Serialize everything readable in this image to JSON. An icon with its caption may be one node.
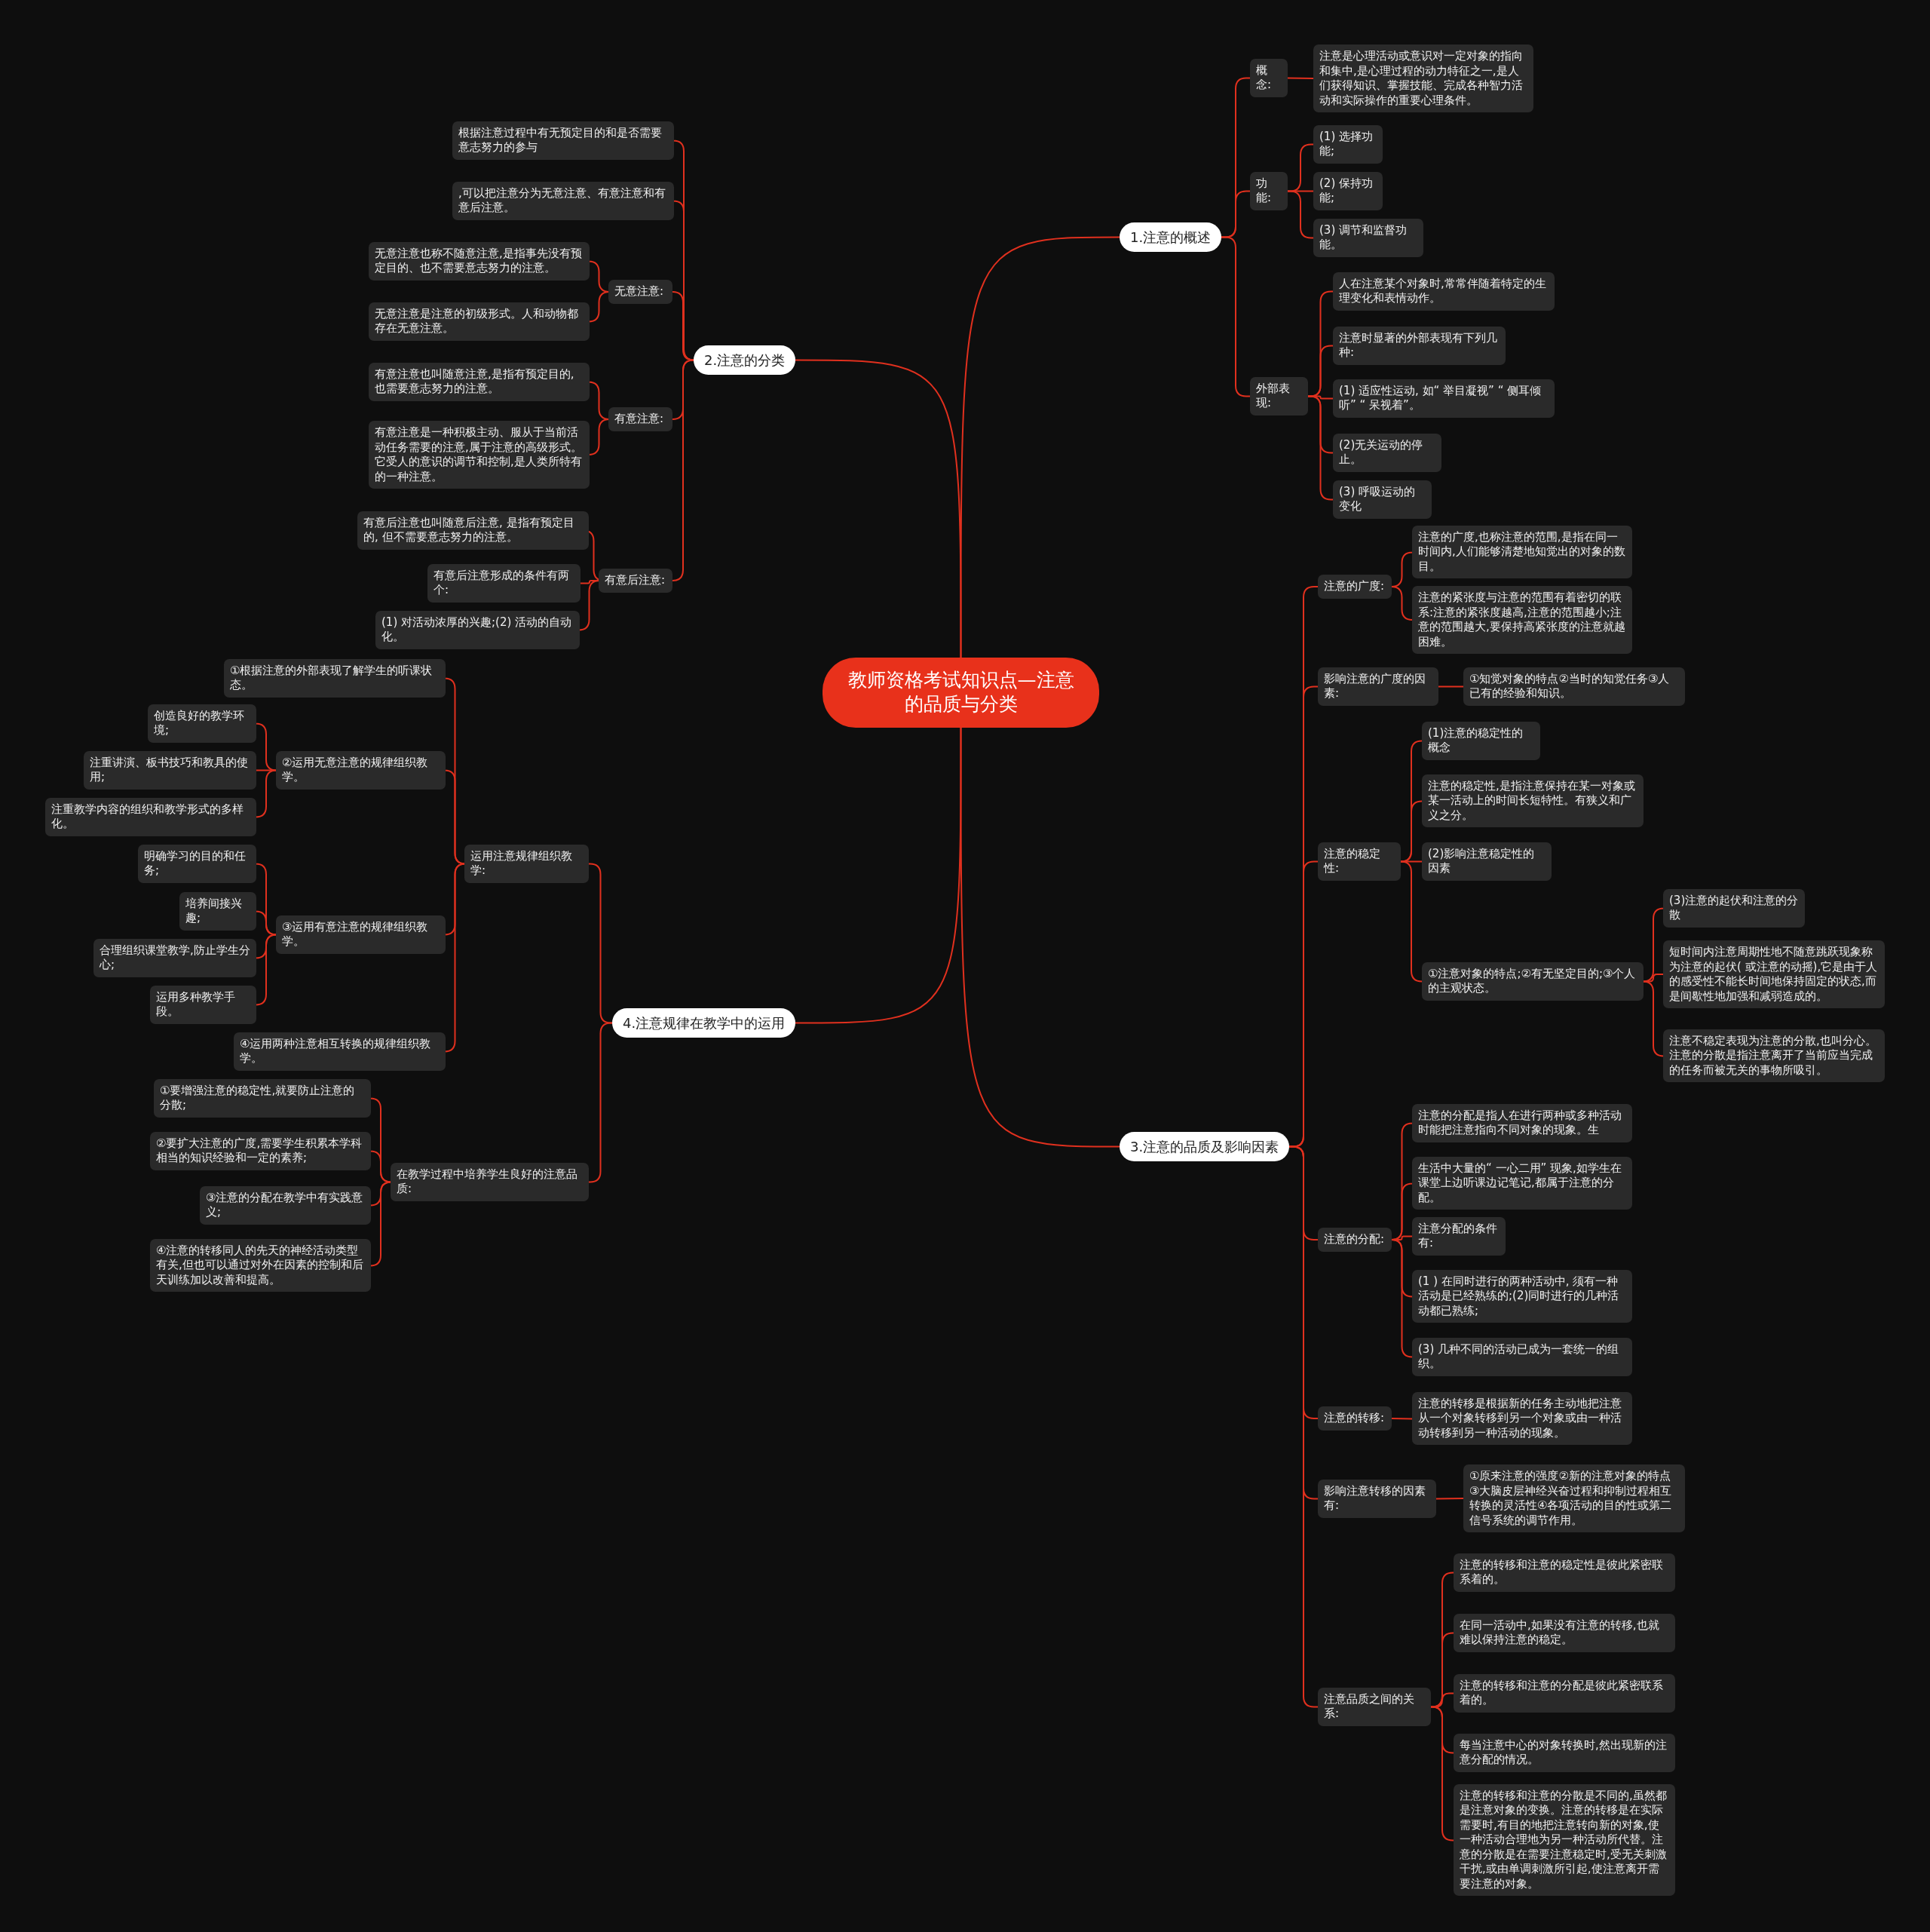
{
  "diagram": {
    "nodes": [
      {
        "text": [
          "教师资格考试知识点—注意的品质与分类"
        ]
      },
      {
        "text": [
          "1.注意的概述"
        ]
      },
      {
        "text": [
          "概念:"
        ]
      },
      {
        "text": [
          "注意是心理活动或意识对一定对象的指向和集中,是心理过程的动力特征之一,是人们获得知识、掌握技能、完成各种智力活动和实际操作的重要心理条件。"
        ]
      },
      {
        "text": [
          "功能:"
        ]
      },
      {
        "text": [
          "(1) 选择功能;"
        ]
      },
      {
        "text": [
          "(2) 保持功能;"
        ]
      },
      {
        "text": [
          "(3) 调节和监督功能。"
        ]
      },
      {
        "text": [
          "外部表现:"
        ]
      },
      {
        "text": [
          "人在注意某个对象时,常常伴随着特定的生理变化和表情动作。"
        ]
      },
      {
        "text": [
          "注意时显著的外部表现有下列几种:"
        ]
      },
      {
        "text": [
          "(1) 适应性运动, 如“ 举目凝视” “ 侧耳倾听” “ 呆视着”。"
        ]
      },
      {
        "text": [
          "(2)无关运动的停止。"
        ]
      },
      {
        "text": [
          "(3) 呼吸运动的变化"
        ]
      },
      {
        "text": [
          "2.注意的分类"
        ]
      },
      {
        "text": [
          "根据注意过程中有无预定目的和是否需要意志努力的参与"
        ]
      },
      {
        "text": [
          ",可以把注意分为无意注意、有意注意和有意后注意。"
        ]
      },
      {
        "text": [
          "无意注意:"
        ]
      },
      {
        "text": [
          "无意注意也称不随意注意,是指事先没有预定目的、也不需要意志努力的注意。"
        ]
      },
      {
        "text": [
          "无意注意是注意的初级形式。人和动物都存在无意注意。"
        ]
      },
      {
        "text": [
          "有意注意:"
        ]
      },
      {
        "text": [
          "有意注意也叫随意注意,是指有预定目的,也需要意志努力的注意。"
        ]
      },
      {
        "text": [
          "有意注意是一种积极主动、服从于当前活动任务需要的注意,属于注意的高级形式。它受人的意识的调节和控制,是人类所特有的一种注意。"
        ]
      },
      {
        "text": [
          "有意后注意:"
        ]
      },
      {
        "text": [
          "有意后注意也叫随意后注意, 是指有预定目的, 但不需要意志努力的注意。"
        ]
      },
      {
        "text": [
          "有意后注意形成的条件有两个:"
        ]
      },
      {
        "text": [
          "(1) 对活动浓厚的兴趣;(2) 活动的自动化。"
        ]
      },
      {
        "text": [
          "3.注意的品质及影响因素"
        ]
      },
      {
        "text": [
          "注意的广度:"
        ]
      },
      {
        "text": [
          "注意的广度,也称注意的范围,是指在同一时间内,人们能够清楚地知觉出的对象的数目。"
        ]
      },
      {
        "text": [
          "注意的紧张度与注意的范围有着密切的联系:注意的紧张度越高,注意的范围越小;注意的范围越大,要保持高紧张度的注意就越困难。"
        ]
      },
      {
        "text": [
          "影响注意的广度的因素:"
        ]
      },
      {
        "text": [
          "①知觉对象的特点②当时的知觉任务③人已有的经验和知识。"
        ]
      },
      {
        "text": [
          "注意的稳定性:"
        ]
      },
      {
        "text": [
          "(1)注意的稳定性的概念"
        ]
      },
      {
        "text": [
          "注意的稳定性,是指注意保持在某一对象或某一活动上的时间长短特性。有狭义和广义之分。"
        ]
      },
      {
        "text": [
          "(2)影响注意稳定性的因素"
        ]
      },
      {
        "text": [
          "①注意对象的特点;②有无坚定目的;③个人的主观状态。"
        ]
      },
      {
        "text": [
          "(3)注意的起伏和注意的分散"
        ]
      },
      {
        "text": [
          "短时间内注意周期性地不随意跳跃现象称为注意的起伏( 或注意的动摇),它是由于人的感受性不能长时间地保持固定的状态,而是间歇性地加强和减弱造成的。"
        ]
      },
      {
        "text": [
          "注意不稳定表现为注意的分散,也叫分心。注意的分散是指注意离开了当前应当完成的任务而被无关的事物所吸引。"
        ]
      },
      {
        "text": [
          "注意的分配:"
        ]
      },
      {
        "text": [
          "注意的分配是指人在进行两种或多种活动时能把注意指向不同对象的现象。生"
        ]
      },
      {
        "text": [
          "生活中大量的“ 一心二用” 现象,如学生在课堂上边听课边记笔记,都属于注意的分配。"
        ]
      },
      {
        "text": [
          "注意分配的条件有:"
        ]
      },
      {
        "text": [
          "(1 ) 在同时进行的两种活动中, 须有一种活动是已经熟练的;(2)同时进行的几种活动都已熟练;"
        ]
      },
      {
        "text": [
          "(3) 几种不同的活动已成为一套统一的组织。"
        ]
      },
      {
        "text": [
          "注意的转移:"
        ]
      },
      {
        "text": [
          "注意的转移是根据新的任务主动地把注意从一个对象转移到另一个对象或由一种活动转移到另一种活动的现象。"
        ]
      },
      {
        "text": [
          "影响注意转移的因素有:"
        ]
      },
      {
        "text": [
          "①原来注意的强度②新的注意对象的特点③大脑皮层神经兴奋过程和抑制过程相互转换的灵活性④各项活动的目的性或第二信号系统的调节作用。"
        ]
      },
      {
        "text": [
          "注意品质之间的关系:"
        ]
      },
      {
        "text": [
          "注意的转移和注意的稳定性是彼此紧密联系着的。"
        ]
      },
      {
        "text": [
          "在同一活动中,如果没有注意的转移,也就难以保持注意的稳定。"
        ]
      },
      {
        "text": [
          "注意的转移和注意的分配是彼此紧密联系着的。"
        ]
      },
      {
        "text": [
          "每当注意中心的对象转换时,然出现新的注意分配的情况。"
        ]
      },
      {
        "text": [
          "注意的转移和注意的分散是不同的,虽然都是注意对象的变换。注意的转移是在实际需要时,有目的地把注意转向新的对象,使一种活动合理地为另一种活动所代替。注意的分散是在需要注意稳定时,受无关刺激干扰,或由单调刺激所引起,使注意离开需要注意的对象。"
        ]
      },
      {
        "text": [
          "4.注意规律在教学中的运用"
        ]
      },
      {
        "text": [
          "运用注意规律组织教学:"
        ]
      },
      {
        "text": [
          "①根据注意的外部表现了解学生的听课状态。"
        ]
      },
      {
        "text": [
          "②运用无意注意的规律组织教学。"
        ]
      },
      {
        "text": [
          "创造良好的教学环境;"
        ]
      },
      {
        "text": [
          "注重讲演、板书技巧和教具的使用;"
        ]
      },
      {
        "text": [
          "注重教学内容的组织和教学形式的多样化。"
        ]
      },
      {
        "text": [
          "③运用有意注意的规律组织教学。"
        ]
      },
      {
        "text": [
          "明确学习的目的和任务;"
        ]
      },
      {
        "text": [
          "培养间接兴趣;"
        ]
      },
      {
        "text": [
          "合理组织课堂教学,防止学生分心;"
        ]
      },
      {
        "text": [
          "运用多种教学手段。"
        ]
      },
      {
        "text": [
          "④运用两种注意相互转换的规律组织教学。"
        ]
      },
      {
        "text": [
          "在教学过程中培养学生良好的注意品质:"
        ]
      },
      {
        "text": [
          "①要增强注意的稳定性,就要防止注意的分散;"
        ]
      },
      {
        "text": [
          "②要扩大注意的广度,需要学生积累本学科相当的知识经验和一定的素养;"
        ]
      },
      {
        "text": [
          "③注意的分配在教学中有实践意义;"
        ]
      },
      {
        "text": [
          "④注意的转移同人的先天的神经活动类型有关,但也可以通过对外在因素的控制和后天训练加以改善和提高。"
        ]
      }
    ],
    "edges": [
      {
        "from": 0,
        "to": 1,
        "arrow": "none"
      },
      {
        "from": 1,
        "to": 2,
        "arrow": "none"
      },
      {
        "from": 2,
        "to": 3,
        "arrow": "none"
      },
      {
        "from": 1,
        "to": 4,
        "arrow": "none"
      },
      {
        "from": 4,
        "to": 5,
        "arrow": "none"
      },
      {
        "from": 4,
        "to": 6,
        "arrow": "none"
      },
      {
        "from": 4,
        "to": 7,
        "arrow": "none"
      },
      {
        "from": 1,
        "to": 8,
        "arrow": "none"
      },
      {
        "from": 8,
        "to": 9,
        "arrow": "none"
      },
      {
        "from": 8,
        "to": 10,
        "arrow": "none"
      },
      {
        "from": 8,
        "to": 11,
        "arrow": "none"
      },
      {
        "from": 8,
        "to": 12,
        "arrow": "none"
      },
      {
        "from": 8,
        "to": 13,
        "arrow": "none"
      },
      {
        "from": 0,
        "to": 14,
        "arrow": "none"
      },
      {
        "from": 14,
        "to": 15,
        "arrow": "none"
      },
      {
        "from": 14,
        "to": 16,
        "arrow": "none"
      },
      {
        "from": 14,
        "to": 17,
        "arrow": "none"
      },
      {
        "from": 17,
        "to": 18,
        "arrow": "none"
      },
      {
        "from": 17,
        "to": 19,
        "arrow": "none"
      },
      {
        "from": 14,
        "to": 20,
        "arrow": "none"
      },
      {
        "from": 20,
        "to": 21,
        "arrow": "none"
      },
      {
        "from": 20,
        "to": 22,
        "arrow": "none"
      },
      {
        "from": 14,
        "to": 23,
        "arrow": "none"
      },
      {
        "from": 23,
        "to": 24,
        "arrow": "none"
      },
      {
        "from": 23,
        "to": 25,
        "arrow": "none"
      },
      {
        "from": 23,
        "to": 26,
        "arrow": "none"
      },
      {
        "from": 0,
        "to": 27,
        "arrow": "none"
      },
      {
        "from": 27,
        "to": 28,
        "arrow": "none"
      },
      {
        "from": 28,
        "to": 29,
        "arrow": "none"
      },
      {
        "from": 28,
        "to": 30,
        "arrow": "none"
      },
      {
        "from": 27,
        "to": 31,
        "arrow": "none"
      },
      {
        "from": 31,
        "to": 32,
        "arrow": "none"
      },
      {
        "from": 27,
        "to": 33,
        "arrow": "none"
      },
      {
        "from": 33,
        "to": 34,
        "arrow": "none"
      },
      {
        "from": 33,
        "to": 35,
        "arrow": "none"
      },
      {
        "from": 33,
        "to": 36,
        "arrow": "none"
      },
      {
        "from": 33,
        "to": 37,
        "arrow": "none"
      },
      {
        "from": 37,
        "to": 38,
        "arrow": "none"
      },
      {
        "from": 37,
        "to": 39,
        "arrow": "none"
      },
      {
        "from": 37,
        "to": 40,
        "arrow": "none"
      },
      {
        "from": 27,
        "to": 41,
        "arrow": "none"
      },
      {
        "from": 41,
        "to": 42,
        "arrow": "none"
      },
      {
        "from": 41,
        "to": 43,
        "arrow": "none"
      },
      {
        "from": 41,
        "to": 44,
        "arrow": "none"
      },
      {
        "from": 41,
        "to": 45,
        "arrow": "none"
      },
      {
        "from": 41,
        "to": 46,
        "arrow": "none"
      },
      {
        "from": 27,
        "to": 47,
        "arrow": "none"
      },
      {
        "from": 47,
        "to": 48,
        "arrow": "none"
      },
      {
        "from": 27,
        "to": 49,
        "arrow": "none"
      },
      {
        "from": 49,
        "to": 50,
        "arrow": "none"
      },
      {
        "from": 27,
        "to": 51,
        "arrow": "none"
      },
      {
        "from": 51,
        "to": 52,
        "arrow": "none"
      },
      {
        "from": 51,
        "to": 53,
        "arrow": "none"
      },
      {
        "from": 51,
        "to": 54,
        "arrow": "none"
      },
      {
        "from": 51,
        "to": 55,
        "arrow": "none"
      },
      {
        "from": 51,
        "to": 56,
        "arrow": "none"
      },
      {
        "from": 0,
        "to": 57,
        "arrow": "none"
      },
      {
        "from": 57,
        "to": 58,
        "arrow": "none"
      },
      {
        "from": 58,
        "to": 59,
        "arrow": "none"
      },
      {
        "from": 58,
        "to": 60,
        "arrow": "none"
      },
      {
        "from": 60,
        "to": 61,
        "arrow": "none"
      },
      {
        "from": 60,
        "to": 62,
        "arrow": "none"
      },
      {
        "from": 60,
        "to": 63,
        "arrow": "none"
      },
      {
        "from": 58,
        "to": 64,
        "arrow": "none"
      },
      {
        "from": 64,
        "to": 65,
        "arrow": "none"
      },
      {
        "from": 64,
        "to": 66,
        "arrow": "none"
      },
      {
        "from": 64,
        "to": 67,
        "arrow": "none"
      },
      {
        "from": 64,
        "to": 68,
        "arrow": "none"
      },
      {
        "from": 58,
        "to": 69,
        "arrow": "none"
      },
      {
        "from": 57,
        "to": 70,
        "arrow": "none"
      },
      {
        "from": 70,
        "to": 71,
        "arrow": "none"
      },
      {
        "from": 70,
        "to": 72,
        "arrow": "none"
      },
      {
        "from": 70,
        "to": 73,
        "arrow": "none"
      },
      {
        "from": 70,
        "to": 74,
        "arrow": "none"
      }
    ]
  }
}
